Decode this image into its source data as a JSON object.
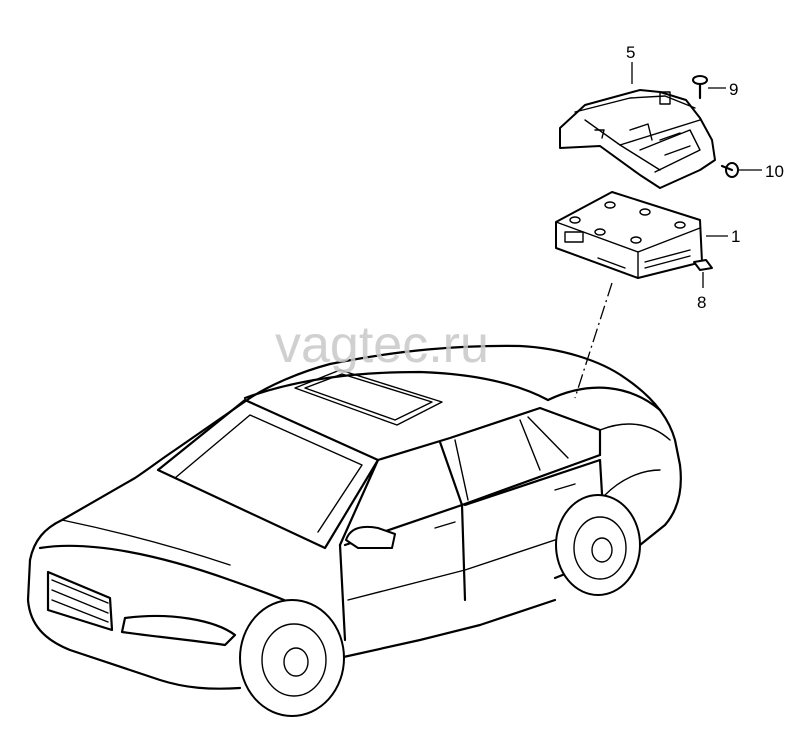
{
  "watermark": "vagtec.ru",
  "callouts": {
    "c1": "1",
    "c5": "5",
    "c8": "8",
    "c9": "9",
    "c10": "10"
  }
}
